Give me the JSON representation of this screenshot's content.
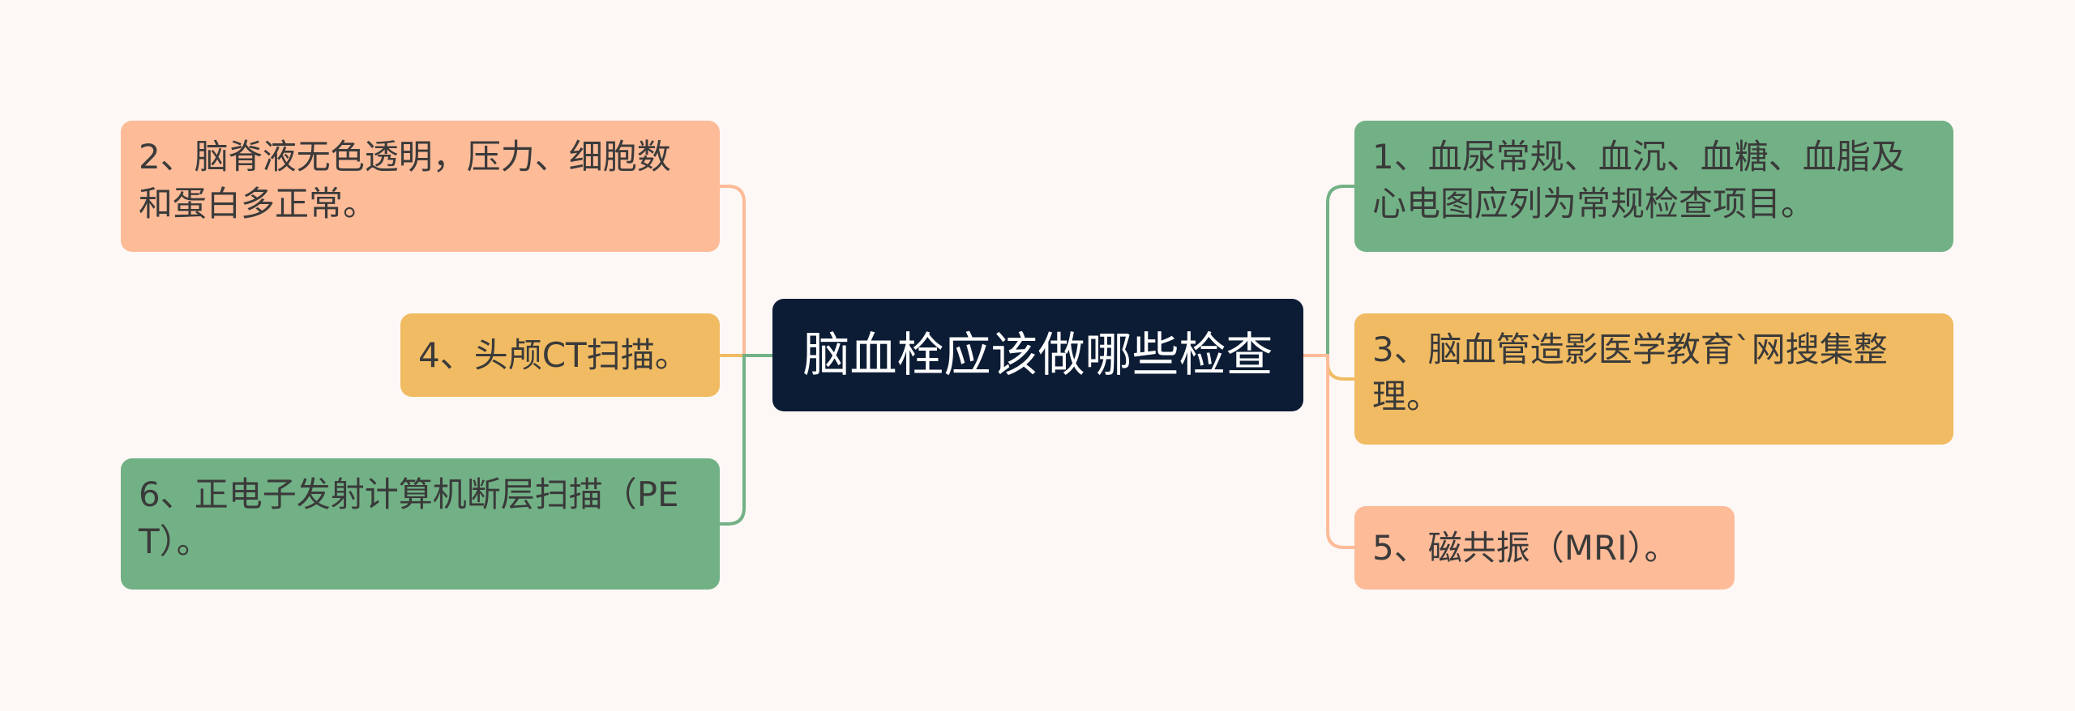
{
  "center": {
    "label": "脑血栓应该做哪些检查"
  },
  "colors": {
    "background": "#fdf8f6",
    "center": "#0c1c35",
    "peach": "#fdbb98",
    "yellow": "#f0bb62",
    "green": "#72b185"
  },
  "left": [
    {
      "label": "2、脑脊液无色透明，压力、细胞数和蛋白多正常。",
      "color": "peach"
    },
    {
      "label": "4、头颅CT扫描。",
      "color": "yellow"
    },
    {
      "label": "6、正电子发射计算机断层扫描（PET）。",
      "color": "green"
    }
  ],
  "right": [
    {
      "label": "1、血尿常规、血沉、血糖、血脂及心电图应列为常规检查项目。",
      "color": "green"
    },
    {
      "label": "3、脑血管造影医学教育`网搜集整理。",
      "color": "yellow"
    },
    {
      "label": "5、磁共振（MRI）。",
      "color": "peach"
    }
  ]
}
